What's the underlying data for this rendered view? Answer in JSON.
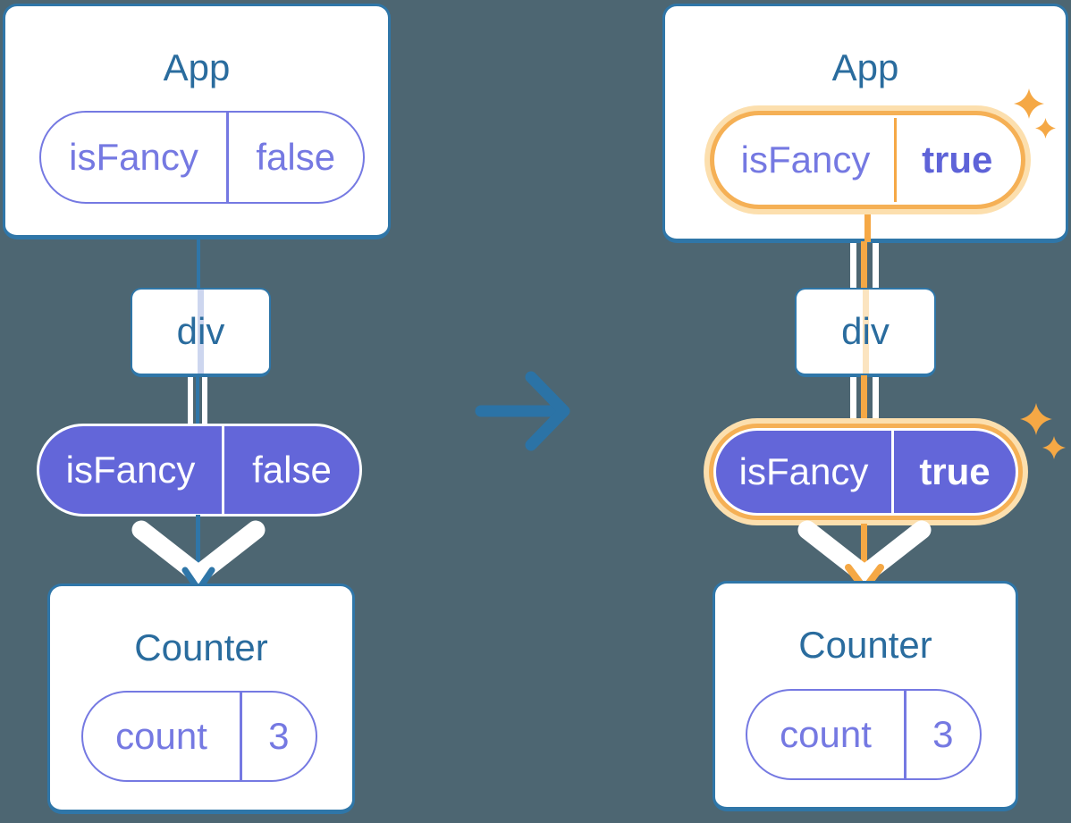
{
  "colors": {
    "background": "#4D6672",
    "blue_border": "#2F76A8",
    "blue_text": "#2A6C9E",
    "purple": "#6366D9",
    "purple_light": "#7579E2",
    "lavender_trace": "#CDD6EF",
    "orange": "#F5A845",
    "orange_ring": "#F5B055",
    "orange_halo": "#FCDFAE",
    "orange_trace": "#FBE4C0"
  },
  "left_tree": {
    "app": {
      "title": "App",
      "prop": {
        "name": "isFancy",
        "value": "false"
      }
    },
    "div": {
      "label": "div"
    },
    "prop_pill": {
      "name": "isFancy",
      "value": "false"
    },
    "counter": {
      "title": "Counter",
      "state": {
        "name": "count",
        "value": "3"
      }
    }
  },
  "right_tree": {
    "app": {
      "title": "App",
      "prop": {
        "name": "isFancy",
        "value": "true"
      }
    },
    "div": {
      "label": "div"
    },
    "prop_pill": {
      "name": "isFancy",
      "value": "true"
    },
    "counter": {
      "title": "Counter",
      "state": {
        "name": "count",
        "value": "3"
      }
    }
  }
}
